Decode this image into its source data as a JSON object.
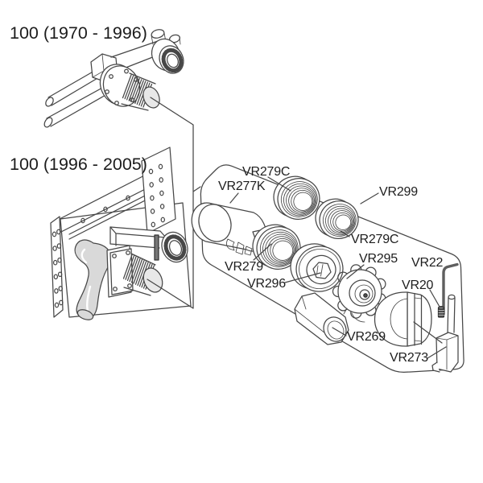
{
  "assemblies": [
    {
      "label": "100 (1970 - 1996)"
    },
    {
      "label": "100 (1996 - 2005)"
    }
  ],
  "parts": [
    {
      "id": "VR279C"
    },
    {
      "id": "VR277K"
    },
    {
      "id": "VR299"
    },
    {
      "id": "VR279C"
    },
    {
      "id": "VR279"
    },
    {
      "id": "VR296"
    },
    {
      "id": "VR295"
    },
    {
      "id": "VR22"
    },
    {
      "id": "VR20"
    },
    {
      "id": "VR269"
    },
    {
      "id": "VR273"
    }
  ],
  "colors": {
    "line": "#474747",
    "text": "#1d1d1d",
    "shade": "#e8e8e8",
    "grey": "#d9d9d9"
  }
}
